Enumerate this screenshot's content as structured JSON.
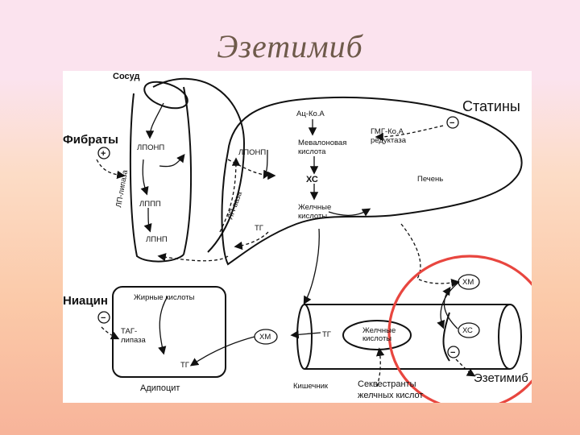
{
  "slide": {
    "title": "Эзетимиб"
  },
  "labels": {
    "vessel": "Сосуд",
    "fibrates": "Фибраты",
    "lpl": "ЛП-липаза",
    "lponp_vessel": "ЛПОНП",
    "lppp": "ЛППП",
    "lpnp": "ЛПНП",
    "lponp_liver": "ЛПОНП",
    "ltg_lipase": "ЛП-ваза",
    "tg_liver": "ТГ",
    "acetyl_coa": "Ац-Ко.А",
    "statins": "Статины",
    "hmg_line1": "ГМГ-Ко.А",
    "hmg_line2": "редуктаза",
    "mevalonate_line1": "Мевалоновая",
    "mevalonate_line2": "кислота",
    "cholesterol": "ХС",
    "liver": "Печень",
    "bile_line1": "Желчные",
    "bile_line2": "кислоты",
    "niacin": "Ниацин",
    "fatty_acids": "Жирные кислоты",
    "tag_line1": "ТАГ-",
    "tag_line2": "липаза",
    "tg_adipo": "ТГ",
    "adipocyte": "Адипоцит",
    "chm_mid": "ХМ",
    "tg_intestine": "ТГ",
    "bile_int_line1": "Желчные",
    "bile_int_line2": "кислоты",
    "chm_right": "ХМ",
    "chs_right": "ХС",
    "intestine": "Кишечник",
    "sequestrants_line1": "Секвестранты",
    "sequestrants_line2": "желчных кислот",
    "ezetimibe": "Эзетимиб",
    "plus_sign": "+",
    "minus_sign": "−"
  },
  "colors": {
    "highlight_circle": "#e8463f",
    "title_color": "#6e5a4a"
  }
}
